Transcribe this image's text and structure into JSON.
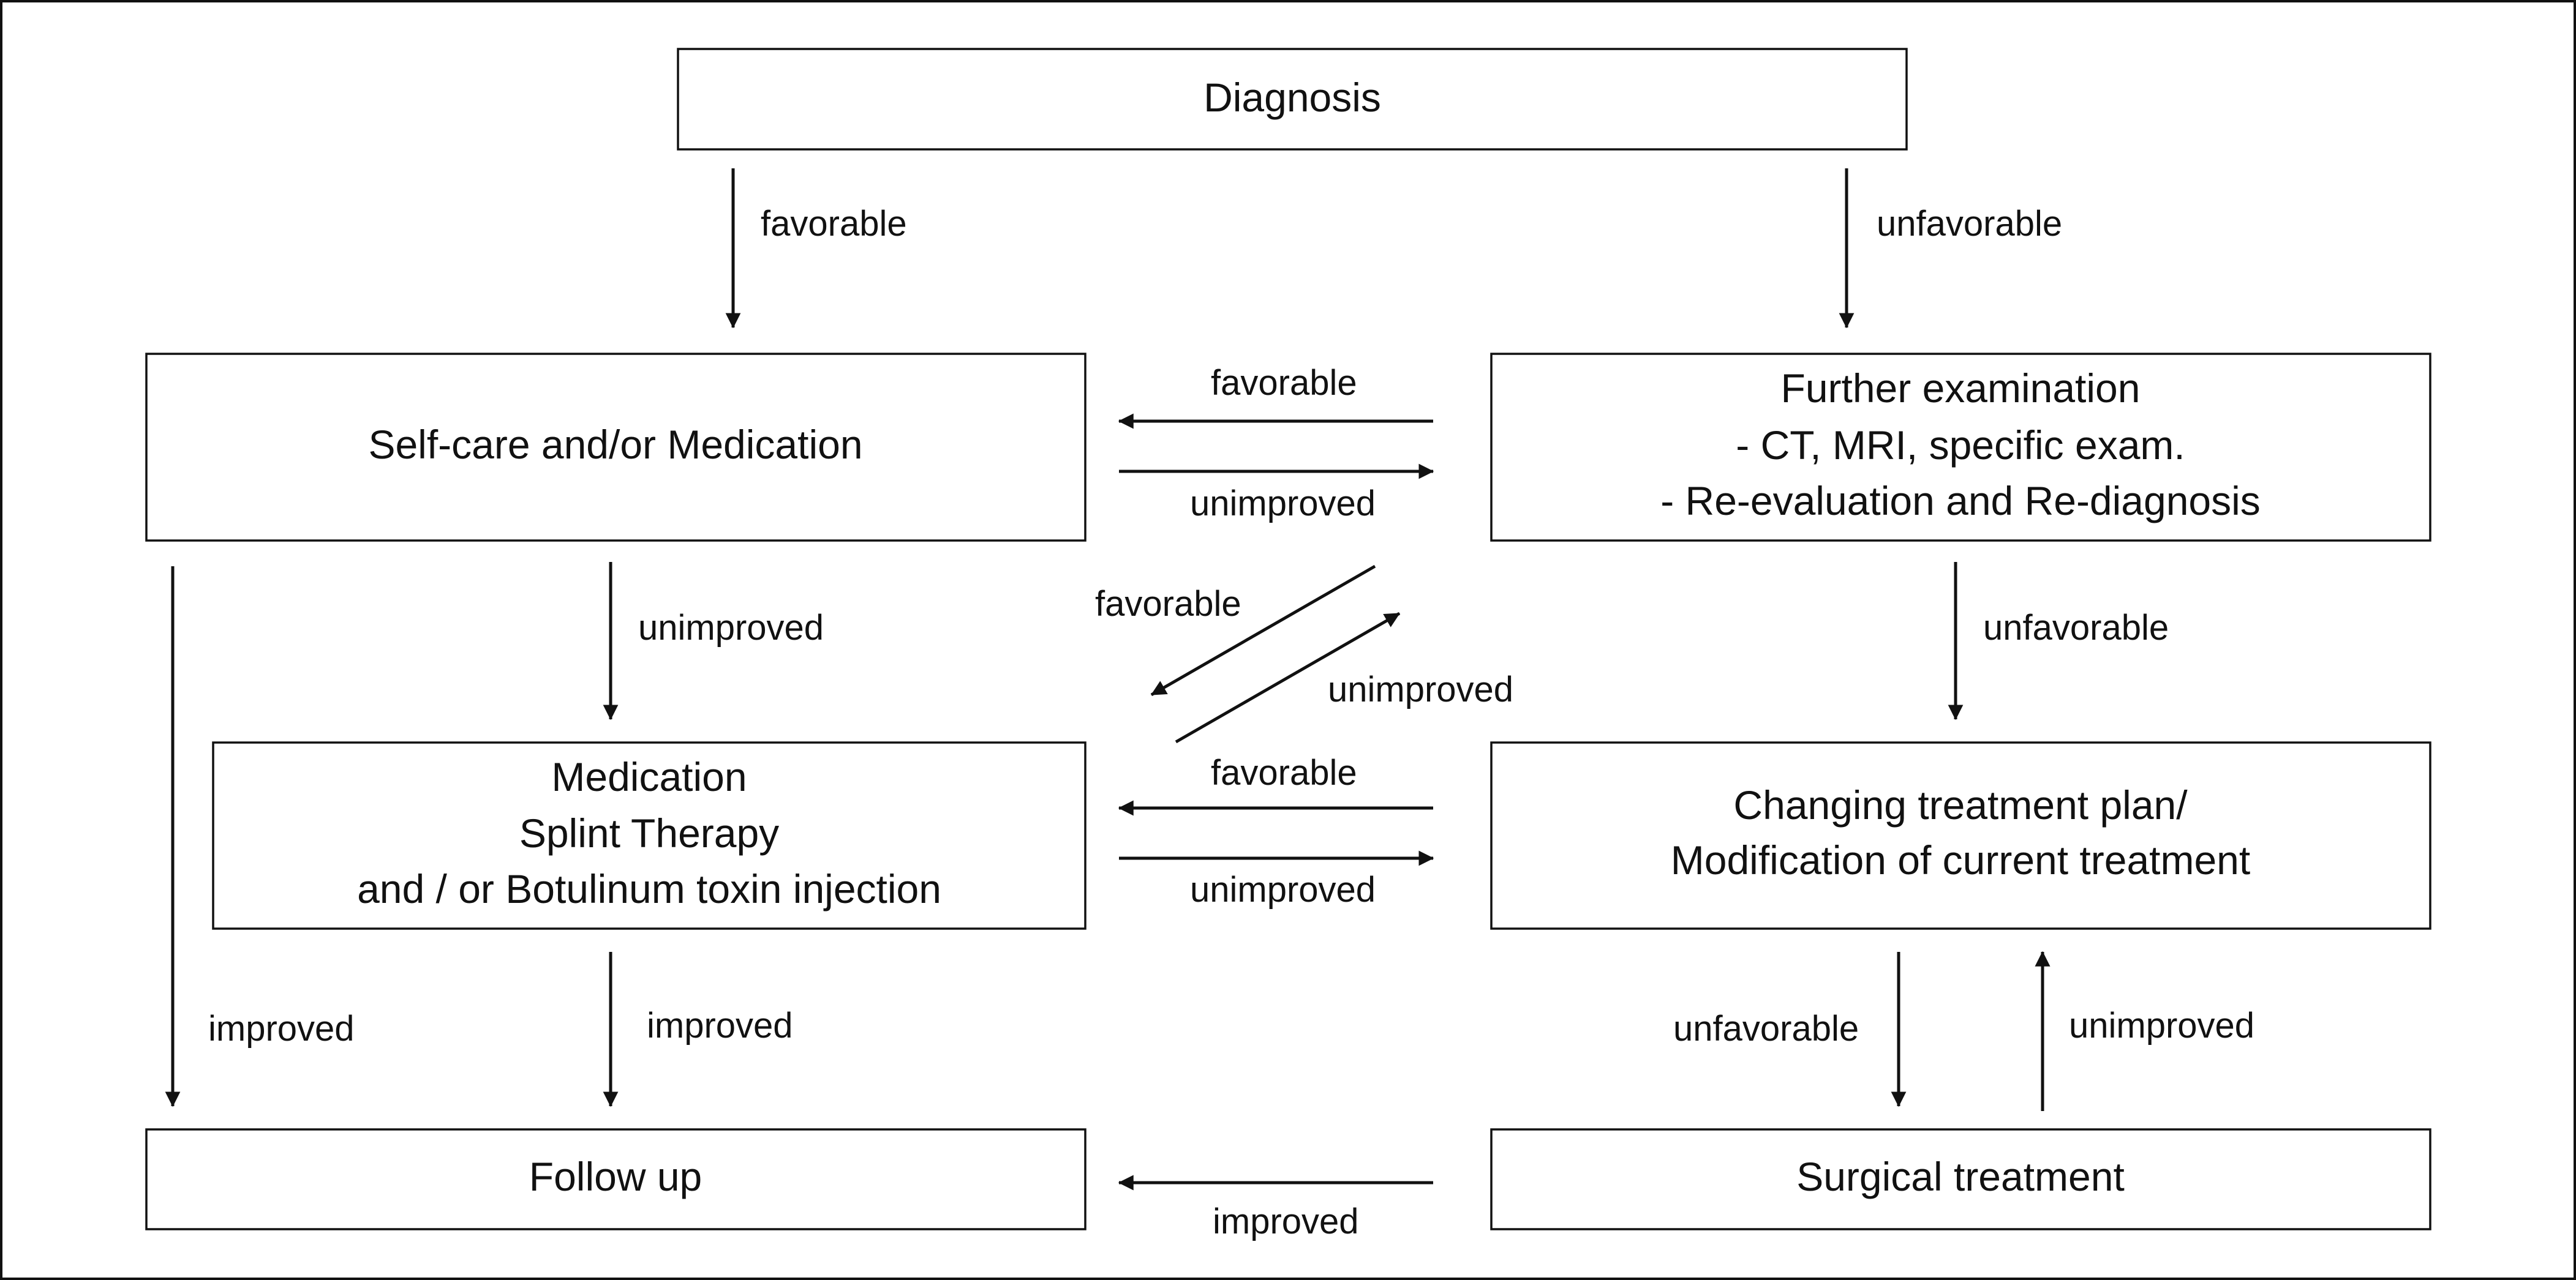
{
  "diagram": {
    "nodes": {
      "diagnosis": {
        "lines": [
          "Diagnosis"
        ]
      },
      "selfcare": {
        "lines": [
          "Self-care and/or Medication"
        ]
      },
      "further": {
        "lines": [
          "Further examination",
          "- CT, MRI, specific exam.",
          "- Re-evaluation and Re-diagnosis"
        ]
      },
      "medication": {
        "lines": [
          "Medication",
          "Splint Therapy",
          "and / or Botulinum toxin injection"
        ]
      },
      "changing": {
        "lines": [
          "Changing treatment plan/",
          "Modification of current treatment"
        ]
      },
      "followup": {
        "lines": [
          "Follow up"
        ]
      },
      "surgical": {
        "lines": [
          "Surgical treatment"
        ]
      }
    },
    "edges": [
      {
        "id": "diagnosis-to-selfcare",
        "from": "diagnosis",
        "to": "selfcare",
        "label": "favorable"
      },
      {
        "id": "diagnosis-to-further",
        "from": "diagnosis",
        "to": "further",
        "label": "unfavorable"
      },
      {
        "id": "further-to-selfcare",
        "from": "further",
        "to": "selfcare",
        "label": "favorable"
      },
      {
        "id": "selfcare-to-further",
        "from": "selfcare",
        "to": "further",
        "label": "unimproved"
      },
      {
        "id": "selfcare-to-medication",
        "from": "selfcare",
        "to": "medication",
        "label": "unimproved"
      },
      {
        "id": "further-to-medication",
        "from": "further",
        "to": "medication",
        "label": "favorable"
      },
      {
        "id": "medication-to-further",
        "from": "medication",
        "to": "further",
        "label": "unimproved"
      },
      {
        "id": "further-to-changing",
        "from": "further",
        "to": "changing",
        "label": "unfavorable"
      },
      {
        "id": "changing-to-medication",
        "from": "changing",
        "to": "medication",
        "label": "favorable"
      },
      {
        "id": "medication-to-changing",
        "from": "medication",
        "to": "changing",
        "label": "unimproved"
      },
      {
        "id": "selfcare-to-followup",
        "from": "selfcare",
        "to": "followup",
        "label": "improved"
      },
      {
        "id": "medication-to-followup",
        "from": "medication",
        "to": "followup",
        "label": "improved"
      },
      {
        "id": "changing-to-surgical",
        "from": "changing",
        "to": "surgical",
        "label": "unfavorable"
      },
      {
        "id": "surgical-to-changing",
        "from": "surgical",
        "to": "changing",
        "label": "unimproved"
      },
      {
        "id": "surgical-to-followup",
        "from": "surgical",
        "to": "followup",
        "label": "improved"
      }
    ]
  }
}
